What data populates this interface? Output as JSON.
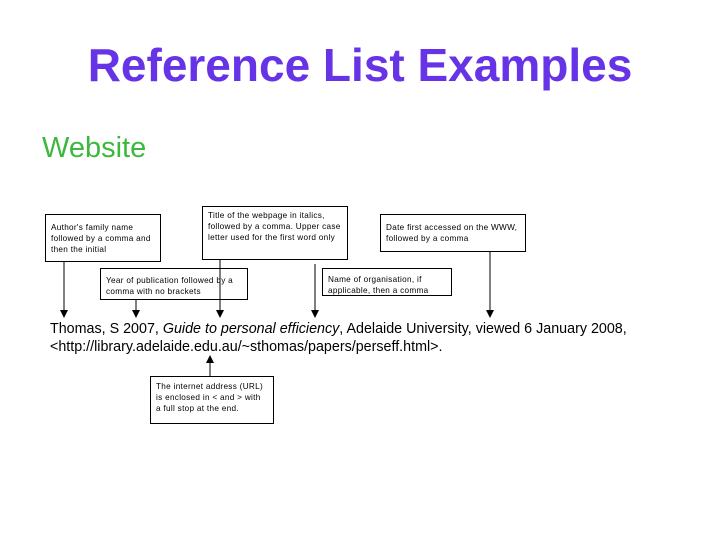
{
  "title": "Reference List Examples",
  "subtitle": "Website",
  "annotations": {
    "author": "Author's family name followed by a comma and then the initial",
    "page_title": "Title of the webpage in italics, followed by a comma. Upper case letter used for the first word only",
    "date": "Date first accessed on the WWW, followed by a comma",
    "year": "Year of publication followed by a comma with no brackets",
    "organisation": "Name of organisation, if applicable, then a comma",
    "url": "The internet address (URL) is enclosed in < and > with a full stop at the end."
  },
  "citation": {
    "part1": "Thomas, S 2007, ",
    "italic": "Guide to personal efficiency",
    "part2": ", Adelaide University, viewed 6 January 2008, <http://library.adelaide.edu.au/~sthomas/papers/perseff.html>."
  },
  "colors": {
    "title": "#6633e6",
    "subtitle": "#3cb83c"
  }
}
